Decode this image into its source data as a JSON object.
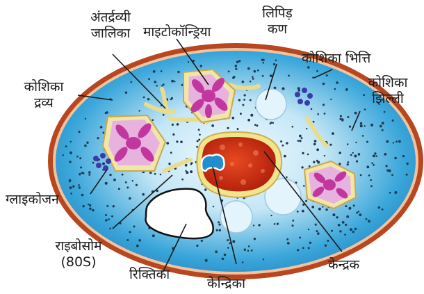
{
  "labels": {
    "endoplasmic_reticulum": [
      "अंतर्द्रव्यी",
      "जालिका"
    ],
    "mitochondria": "माइटोकॉन्ड्रिया",
    "lipid_droplet": [
      "लिपिड़",
      "कण"
    ],
    "cell_wall": "कोशिका  भित्ति",
    "cell_membrane": [
      "कोशिका",
      "झिल्ली"
    ],
    "cytoplasm": [
      "कोशिका",
      "द्रव्य"
    ],
    "glycogen": "ग्लाइकोजन",
    "ribosome": [
      "राइबोसोम",
      "(80S)"
    ],
    "vacuole": "रिक्तिका",
    "nucleolus": "केन्द्रिका",
    "nucleus": "केन्द्रक"
  },
  "colors": {
    "cell_wall": "#b8461e",
    "cytoplasm_outer": "#3aa6da",
    "cytoplasm_inner": "#c4e6f6",
    "nucleus": "#cc2a10",
    "nucleus_rim": "#f2e48a",
    "nucleolus": "#1f8fd0",
    "mitochondria_fill": "#e7b3de",
    "mitochondria_cristae": "#c2369f",
    "mitochondria_rim": "#f0e6a8",
    "glycogen": "#3a3aa8",
    "leader_line": "#1a1a1a"
  }
}
